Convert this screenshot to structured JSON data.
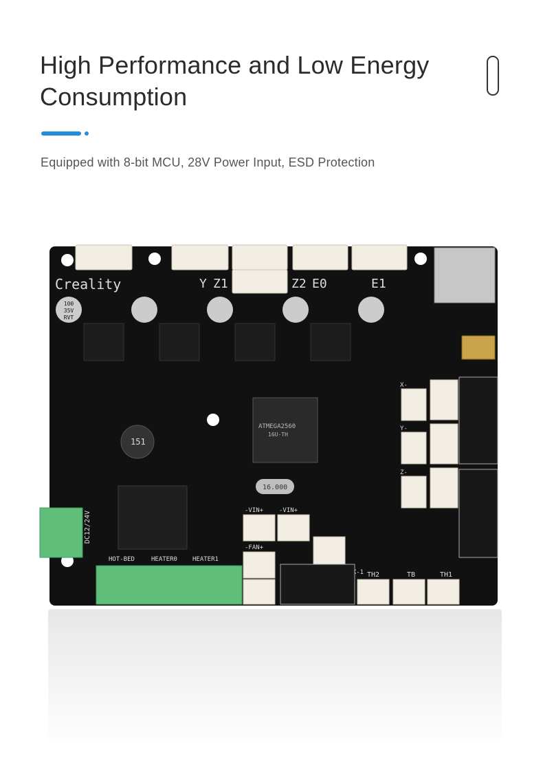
{
  "header": {
    "title": "High Performance and Low Energy Consumption",
    "subtitle": "Equipped with 8-bit MCU, 28V Power Input, ESD Protection"
  },
  "colors": {
    "accent": "#1f8fdb",
    "board": "#111111",
    "connector": "#f3eee3",
    "terminal": "#5fbf7a"
  },
  "icons": {
    "scroll_hint": "scroll-hint-icon"
  },
  "board": {
    "silk_brand": "Creality",
    "axis_labels": [
      "Y",
      "Z1",
      "Z2",
      "E0",
      "E1"
    ],
    "mcu_label": "ATMEGA2560",
    "mcu_sub": "16U-TH",
    "crystal": "16.000",
    "inductor": "151",
    "bottom_labels": [
      "HOT-BED",
      "HEATER0",
      "HEATER1"
    ],
    "vin_labels": [
      "-VIN+",
      "-VIN+"
    ],
    "fan_label": "-FAN+",
    "aux_label": "AUX-1",
    "thermo_labels": [
      "TH2",
      "TB",
      "TH1"
    ],
    "power_label": "DC12/24V",
    "cap_label": [
      "100",
      "35V",
      "RVT"
    ],
    "endstop_labels": [
      "X-",
      "Y-",
      "Z-"
    ]
  }
}
